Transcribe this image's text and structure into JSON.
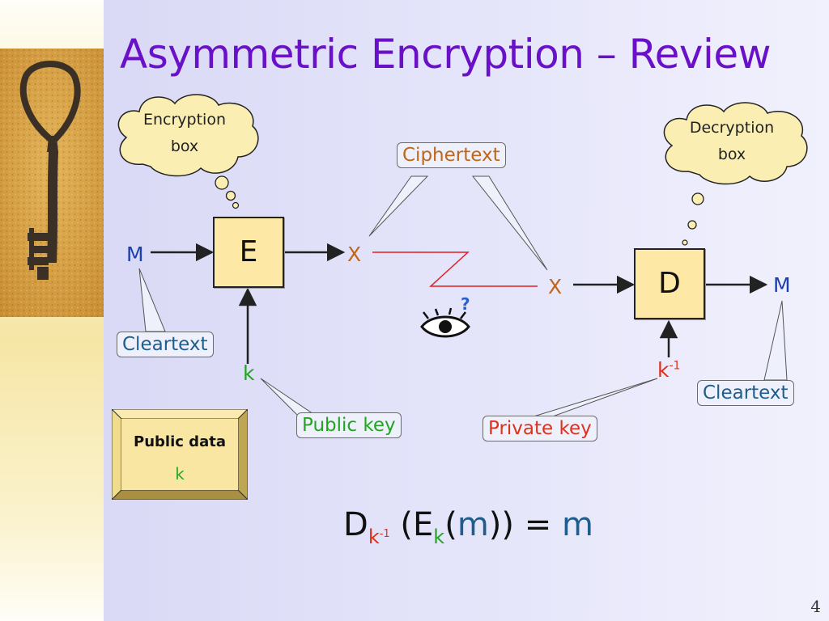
{
  "slide": {
    "title": "Asymmetric Encryption – Review",
    "page_number": "4"
  },
  "colors": {
    "title": "#6a10c8",
    "blue_text": "#1a3fae",
    "orange_text": "#c0661a",
    "green_text": "#22a522",
    "red_text": "#e0301c",
    "teal_text": "#1f5d8c",
    "box_fill": "#fde9a5",
    "cloud_fill": "#fbeeb2"
  },
  "diagram": {
    "encryption_cloud": {
      "line1": "Encryption",
      "line2": "box"
    },
    "decryption_cloud": {
      "line1": "Decryption",
      "line2": "box"
    },
    "encrypt_box": "E",
    "decrypt_box": "D",
    "input_message": "M",
    "output_message": "M",
    "ciphertext_out": "X",
    "ciphertext_in": "X",
    "public_key": "k",
    "private_key_base": "k",
    "private_key_exp": "-1",
    "callouts": {
      "ciphertext": "Ciphertext",
      "cleartext_left": "Cleartext",
      "cleartext_right": "Cleartext",
      "public_key": "Public key",
      "private_key": "Private key"
    },
    "eavesdropper_mark": "?",
    "eavesdropper_icon": "eye-icon",
    "public_data": {
      "label": "Public data",
      "key": "k"
    }
  },
  "formula": {
    "d": "D",
    "d_sub": "k",
    "d_sub_exp": "-1",
    "open1": " (",
    "e": "E",
    "e_sub": "k",
    "open2": "(",
    "m_inner": "m",
    "close": "))",
    "equals": " = ",
    "m_result": "m"
  }
}
